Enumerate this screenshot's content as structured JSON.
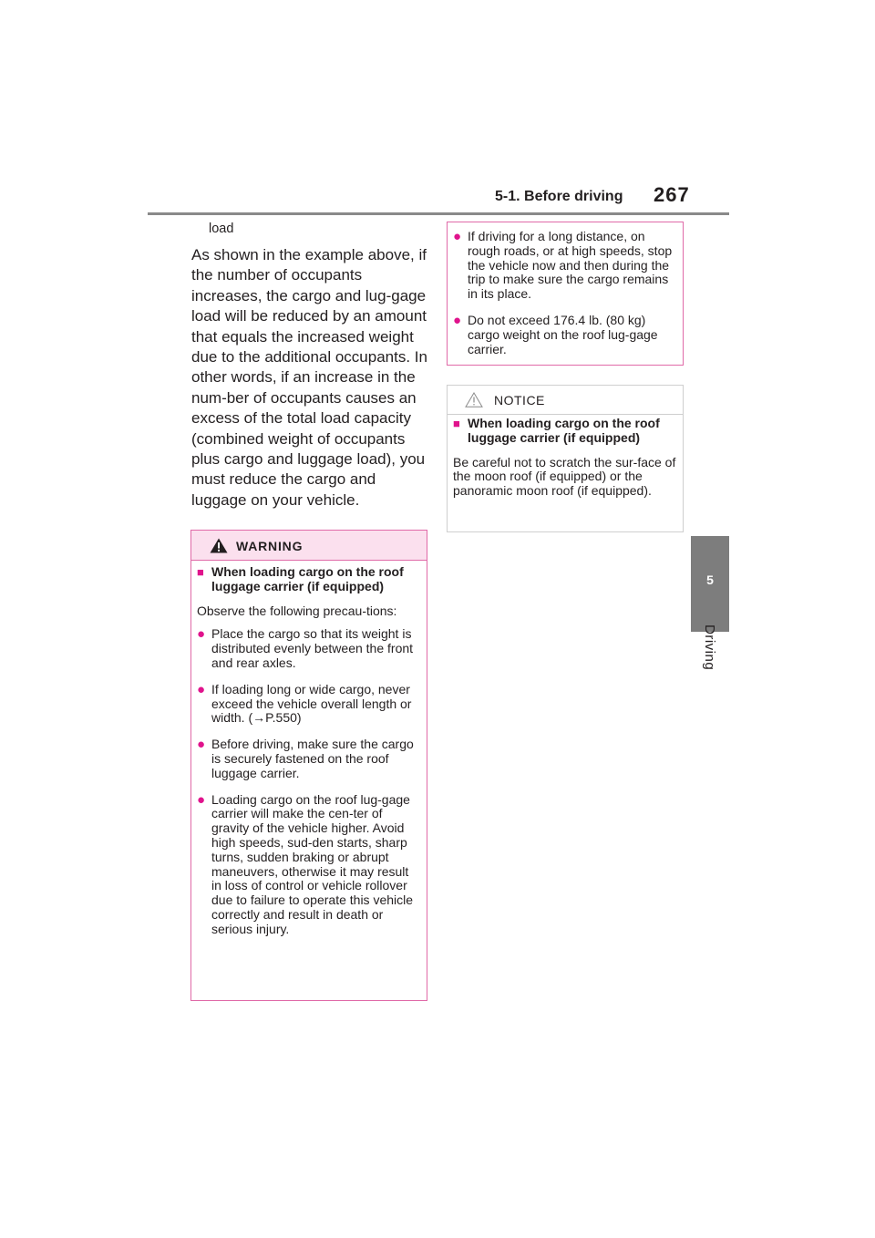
{
  "header": {
    "section_title": "5-1. Before driving",
    "page_number": "267"
  },
  "side_tab": {
    "number": "5",
    "label": "Driving"
  },
  "left_column": {
    "load_fragment": "load",
    "paragraph": "As shown in the example above, if the number of occupants increases, the cargo and lug-gage load will be reduced by an amount that equals the increased weight due to the additional occupants. In other words, if an increase in the num-ber of occupants causes an excess of the total load capacity (combined weight of occupants plus cargo and luggage load), you must reduce the cargo and luggage on your vehicle."
  },
  "warning": {
    "title": "WARNING",
    "heading": "When loading cargo on the roof luggage carrier (if equipped)",
    "intro": "Observe the following precau-tions:",
    "bullets": [
      "Place the cargo so that its weight is distributed evenly between the front and rear axles.",
      "If loading long or wide cargo, never exceed the vehicle overall length or width. (→P.550)",
      "Before driving, make sure the cargo is securely fastened on the roof luggage carrier.",
      "Loading cargo on the roof lug-gage carrier will make the cen-ter of gravity of the vehicle higher. Avoid high speeds, sud-den starts, sharp turns, sudden braking or abrupt maneuvers, otherwise it may result in loss of control or vehicle rollover due to failure to operate this vehicle correctly and result in death or serious injury."
    ]
  },
  "warning_continued": {
    "bullets": [
      "If driving for a long distance, on rough roads, or at high speeds, stop the vehicle now and then during the trip to make sure the cargo remains in its place.",
      "Do not exceed 176.4 lb. (80 kg) cargo weight on the roof lug-gage carrier."
    ]
  },
  "notice": {
    "title": "NOTICE",
    "heading": "When loading cargo on the roof luggage carrier (if equipped)",
    "body": "Be careful not to scratch the sur-face of the moon roof (if equipped) or the panoramic moon roof (if equipped)."
  },
  "colors": {
    "accent_pink": "#e0138c",
    "warning_header_bg": "#fbe0ee",
    "tab_gray": "#7d7d7d"
  }
}
